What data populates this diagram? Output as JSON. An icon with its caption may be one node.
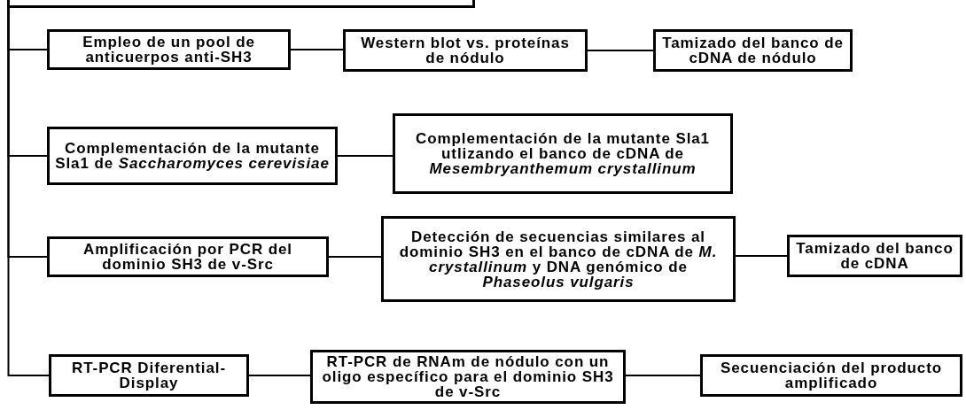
{
  "diagram": {
    "nodes": [
      {
        "text": [],
        "shape": "box"
      },
      {
        "text": [
          "Empleo de un pool de anticuerpos anti-SH3"
        ]
      },
      {
        "text": [
          "Western blot vs. proteínas de nódulo"
        ]
      },
      {
        "text": [
          "Tamizado del banco de cDNA de nódulo"
        ]
      },
      {
        "text": [
          "Complementación de la mutante Sla1 de *Saccharomyces cerevisiae*"
        ]
      },
      {
        "text": [
          "Complementación de la mutante Sla1 utlizando el banco de cDNA de *Mesembryanthemum crystallinum*"
        ]
      },
      {
        "text": [
          "Amplificación por PCR del dominio SH3 de v-Src"
        ]
      },
      {
        "text": [
          "Detección de secuencias similares al dominio SH3 en el banco de cDNA de *M. crystallinum* y DNA genómico de *Phaseolus vulgaris*"
        ]
      },
      {
        "text": [
          "Tamizado del banco de cDNA"
        ]
      },
      {
        "text": [
          "RT-PCR Diferential-Display"
        ]
      },
      {
        "text": [
          "RT-PCR de RNAm de nódulo con un oligo específico para el dominio SH3 de v-Src"
        ]
      },
      {
        "text": [
          "Secuenciación del producto amplificado"
        ]
      }
    ],
    "edges": [
      {
        "from": 0,
        "to": 1,
        "arrow": "none"
      },
      {
        "from": 0,
        "to": 4,
        "arrow": "none"
      },
      {
        "from": 0,
        "to": 6,
        "arrow": "none"
      },
      {
        "from": 0,
        "to": 9,
        "arrow": "none"
      },
      {
        "from": 1,
        "to": 2,
        "arrow": "none"
      },
      {
        "from": 2,
        "to": 3,
        "arrow": "none"
      },
      {
        "from": 4,
        "to": 5,
        "arrow": "none"
      },
      {
        "from": 6,
        "to": 7,
        "arrow": "none"
      },
      {
        "from": 7,
        "to": 8,
        "arrow": "none"
      },
      {
        "from": 9,
        "to": 10,
        "arrow": "none"
      },
      {
        "from": 10,
        "to": 11,
        "arrow": "none"
      }
    ]
  }
}
